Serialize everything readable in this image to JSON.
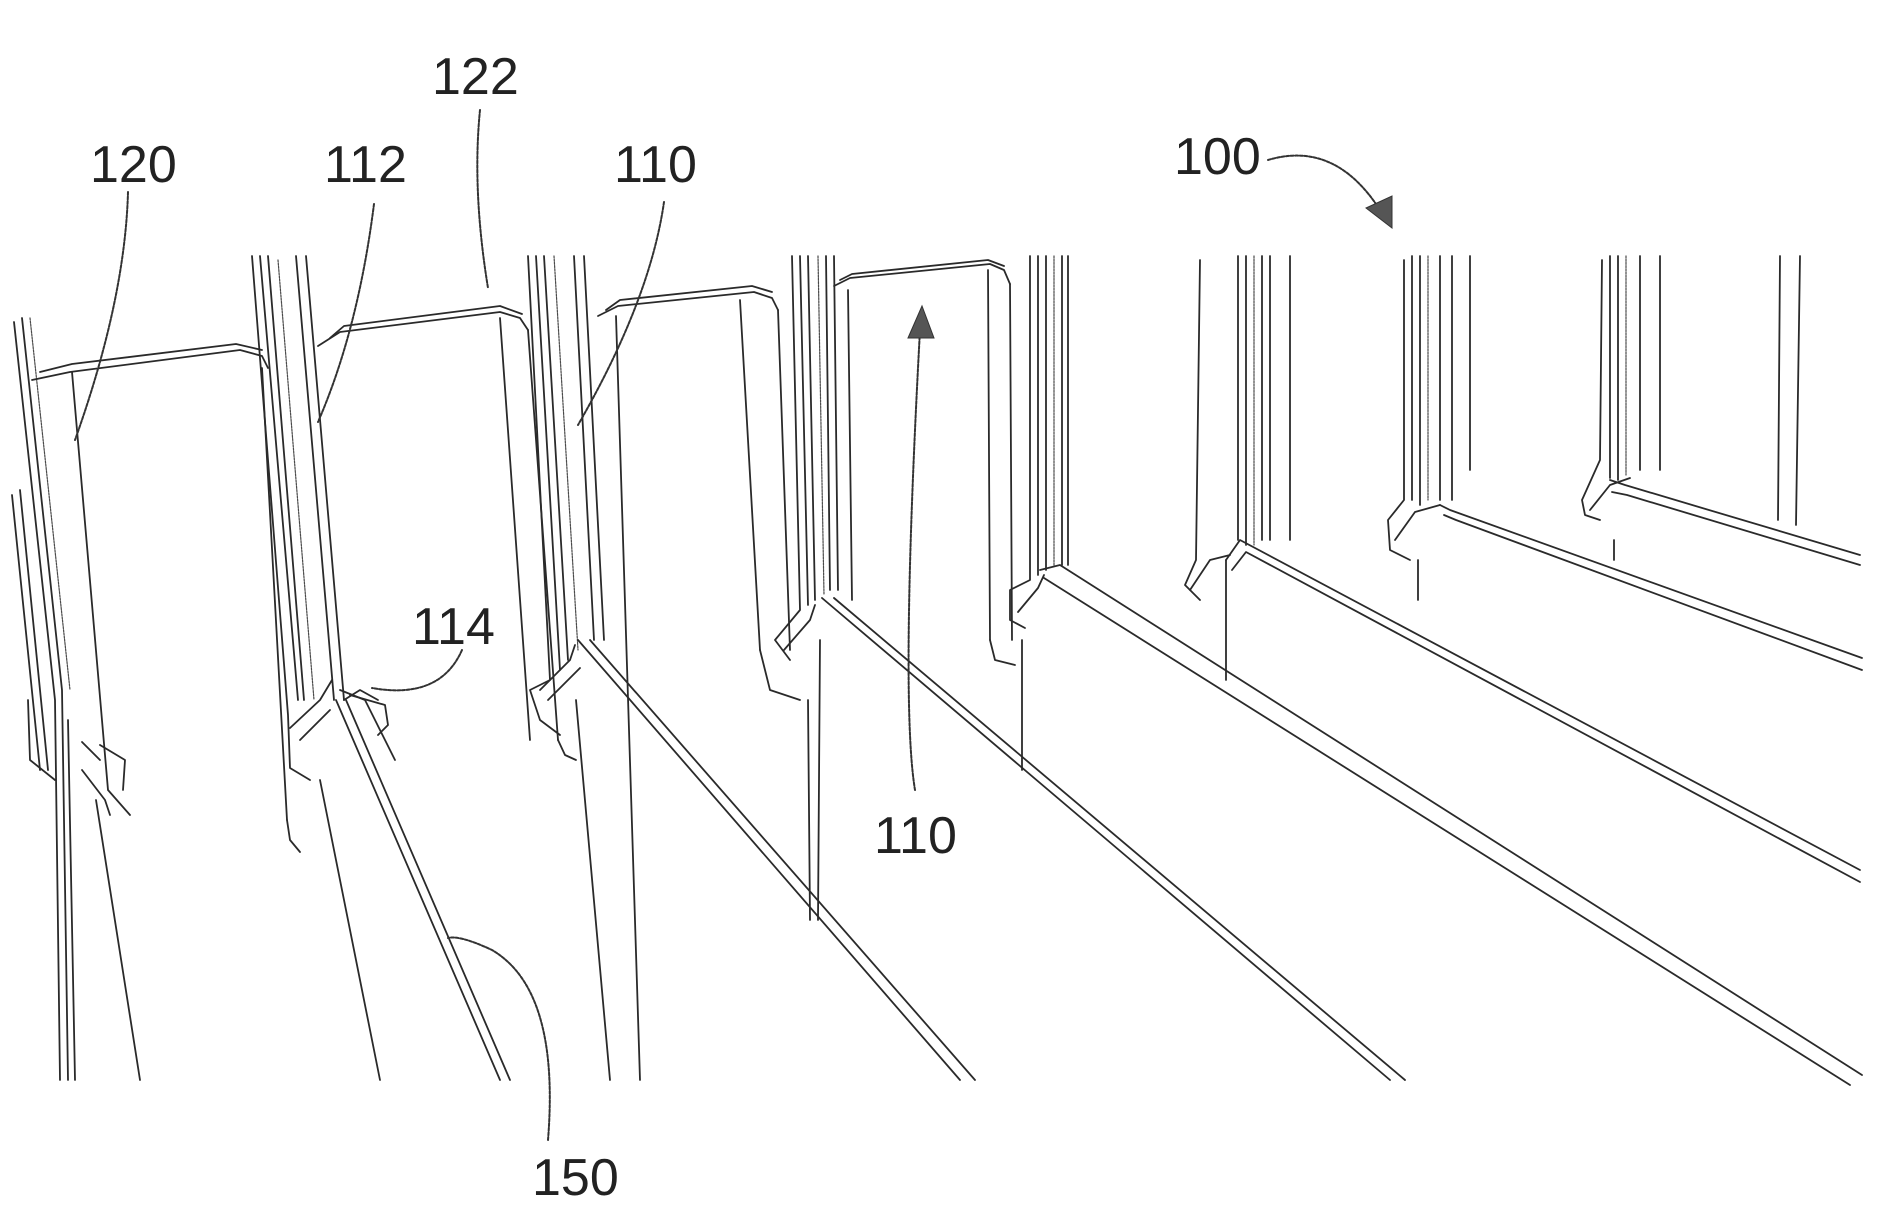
{
  "figure": {
    "reference_numerals": [
      {
        "id": "ref-120",
        "text": "120"
      },
      {
        "id": "ref-112",
        "text": "112"
      },
      {
        "id": "ref-122",
        "text": "122"
      },
      {
        "id": "ref-110-top",
        "text": "110"
      },
      {
        "id": "ref-100",
        "text": "100"
      },
      {
        "id": "ref-114",
        "text": "114"
      },
      {
        "id": "ref-110-bottom",
        "text": "110"
      },
      {
        "id": "ref-150",
        "text": "150"
      }
    ],
    "line_color": "#2a2a2a",
    "background": "#ffffff"
  }
}
